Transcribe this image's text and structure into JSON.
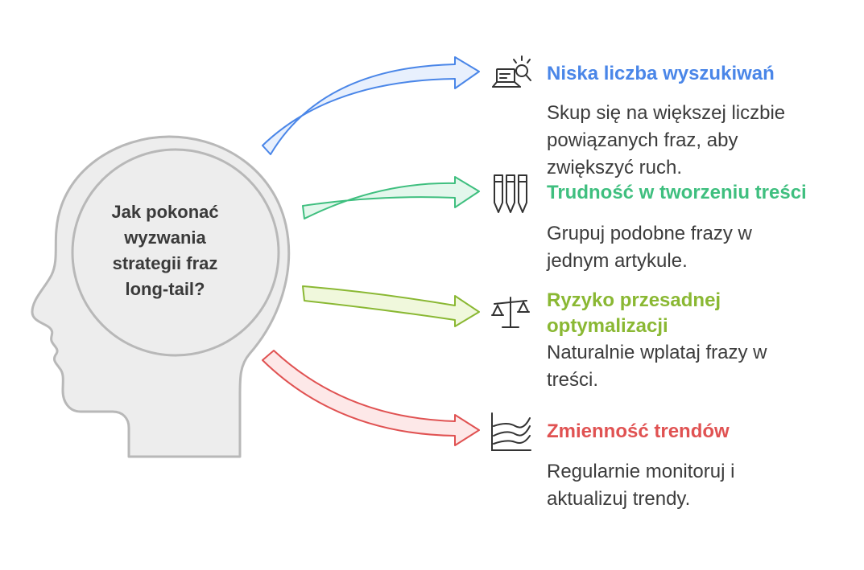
{
  "central_question": "Jak pokonać\nwyzwania\nstrategii fraz\nlong-tail?",
  "items": [
    {
      "title": "Niska liczba wyszukiwań",
      "description": "Skup się na większej liczbie\npowiązanych fraz, aby\nzwiększyć ruch.",
      "color": "#4a86e8",
      "fill": "#e8f0fd",
      "icon": "laptop-search-icon"
    },
    {
      "title": "Trudność w tworzeniu treści",
      "description": "Grupuj podobne frazy w\njednym artykule.",
      "color": "#3fbf7f",
      "fill": "#e3f7ec",
      "icon": "pens-icon"
    },
    {
      "title": "Ryzyko przesadnej\noptymalizacji",
      "description": "Naturalnie wplataj frazy w\ntreści.",
      "color": "#8ab833",
      "fill": "#f0f8dc",
      "icon": "scales-icon"
    },
    {
      "title": "Zmienność trendów",
      "description": "Regularnie monitoruj i\naktualizuj trendy.",
      "color": "#e05252",
      "fill": "#fde8e8",
      "icon": "trend-chart-icon"
    }
  ]
}
